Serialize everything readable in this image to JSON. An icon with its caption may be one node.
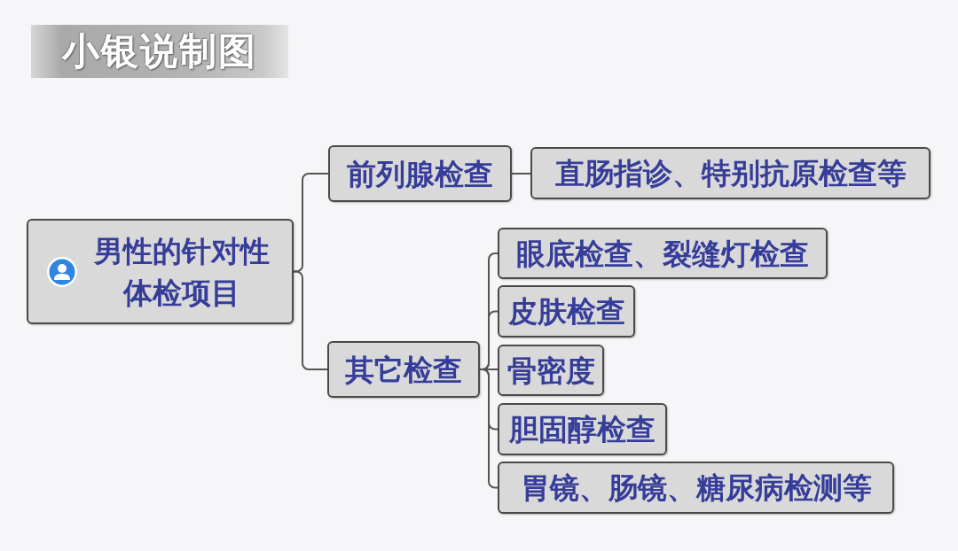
{
  "diagram": {
    "title": "小银说制图",
    "nodes": [
      {
        "text": [
          "男性的针对性体检项目"
        ]
      },
      {
        "text": [
          "前列腺检查"
        ]
      },
      {
        "text": [
          "直肠指诊、特别抗原检查等"
        ]
      },
      {
        "text": [
          "其它检查"
        ]
      },
      {
        "text": [
          "眼底检查、裂缝灯检查"
        ]
      },
      {
        "text": [
          "皮肤检查"
        ]
      },
      {
        "text": [
          "骨密度"
        ]
      },
      {
        "text": [
          "胆固醇检查"
        ]
      },
      {
        "text": [
          "胃镜、肠镜、糖尿病检测等"
        ]
      }
    ],
    "edges": [
      {
        "from": 0,
        "to": 1,
        "arrow": "none"
      },
      {
        "from": 0,
        "to": 3,
        "arrow": "none"
      },
      {
        "from": 1,
        "to": 2,
        "arrow": "none"
      },
      {
        "from": 3,
        "to": 4,
        "arrow": "none"
      },
      {
        "from": 3,
        "to": 5,
        "arrow": "none"
      },
      {
        "from": 3,
        "to": 6,
        "arrow": "none"
      },
      {
        "from": 3,
        "to": 7,
        "arrow": "none"
      },
      {
        "from": 3,
        "to": 8,
        "arrow": "none"
      }
    ]
  }
}
